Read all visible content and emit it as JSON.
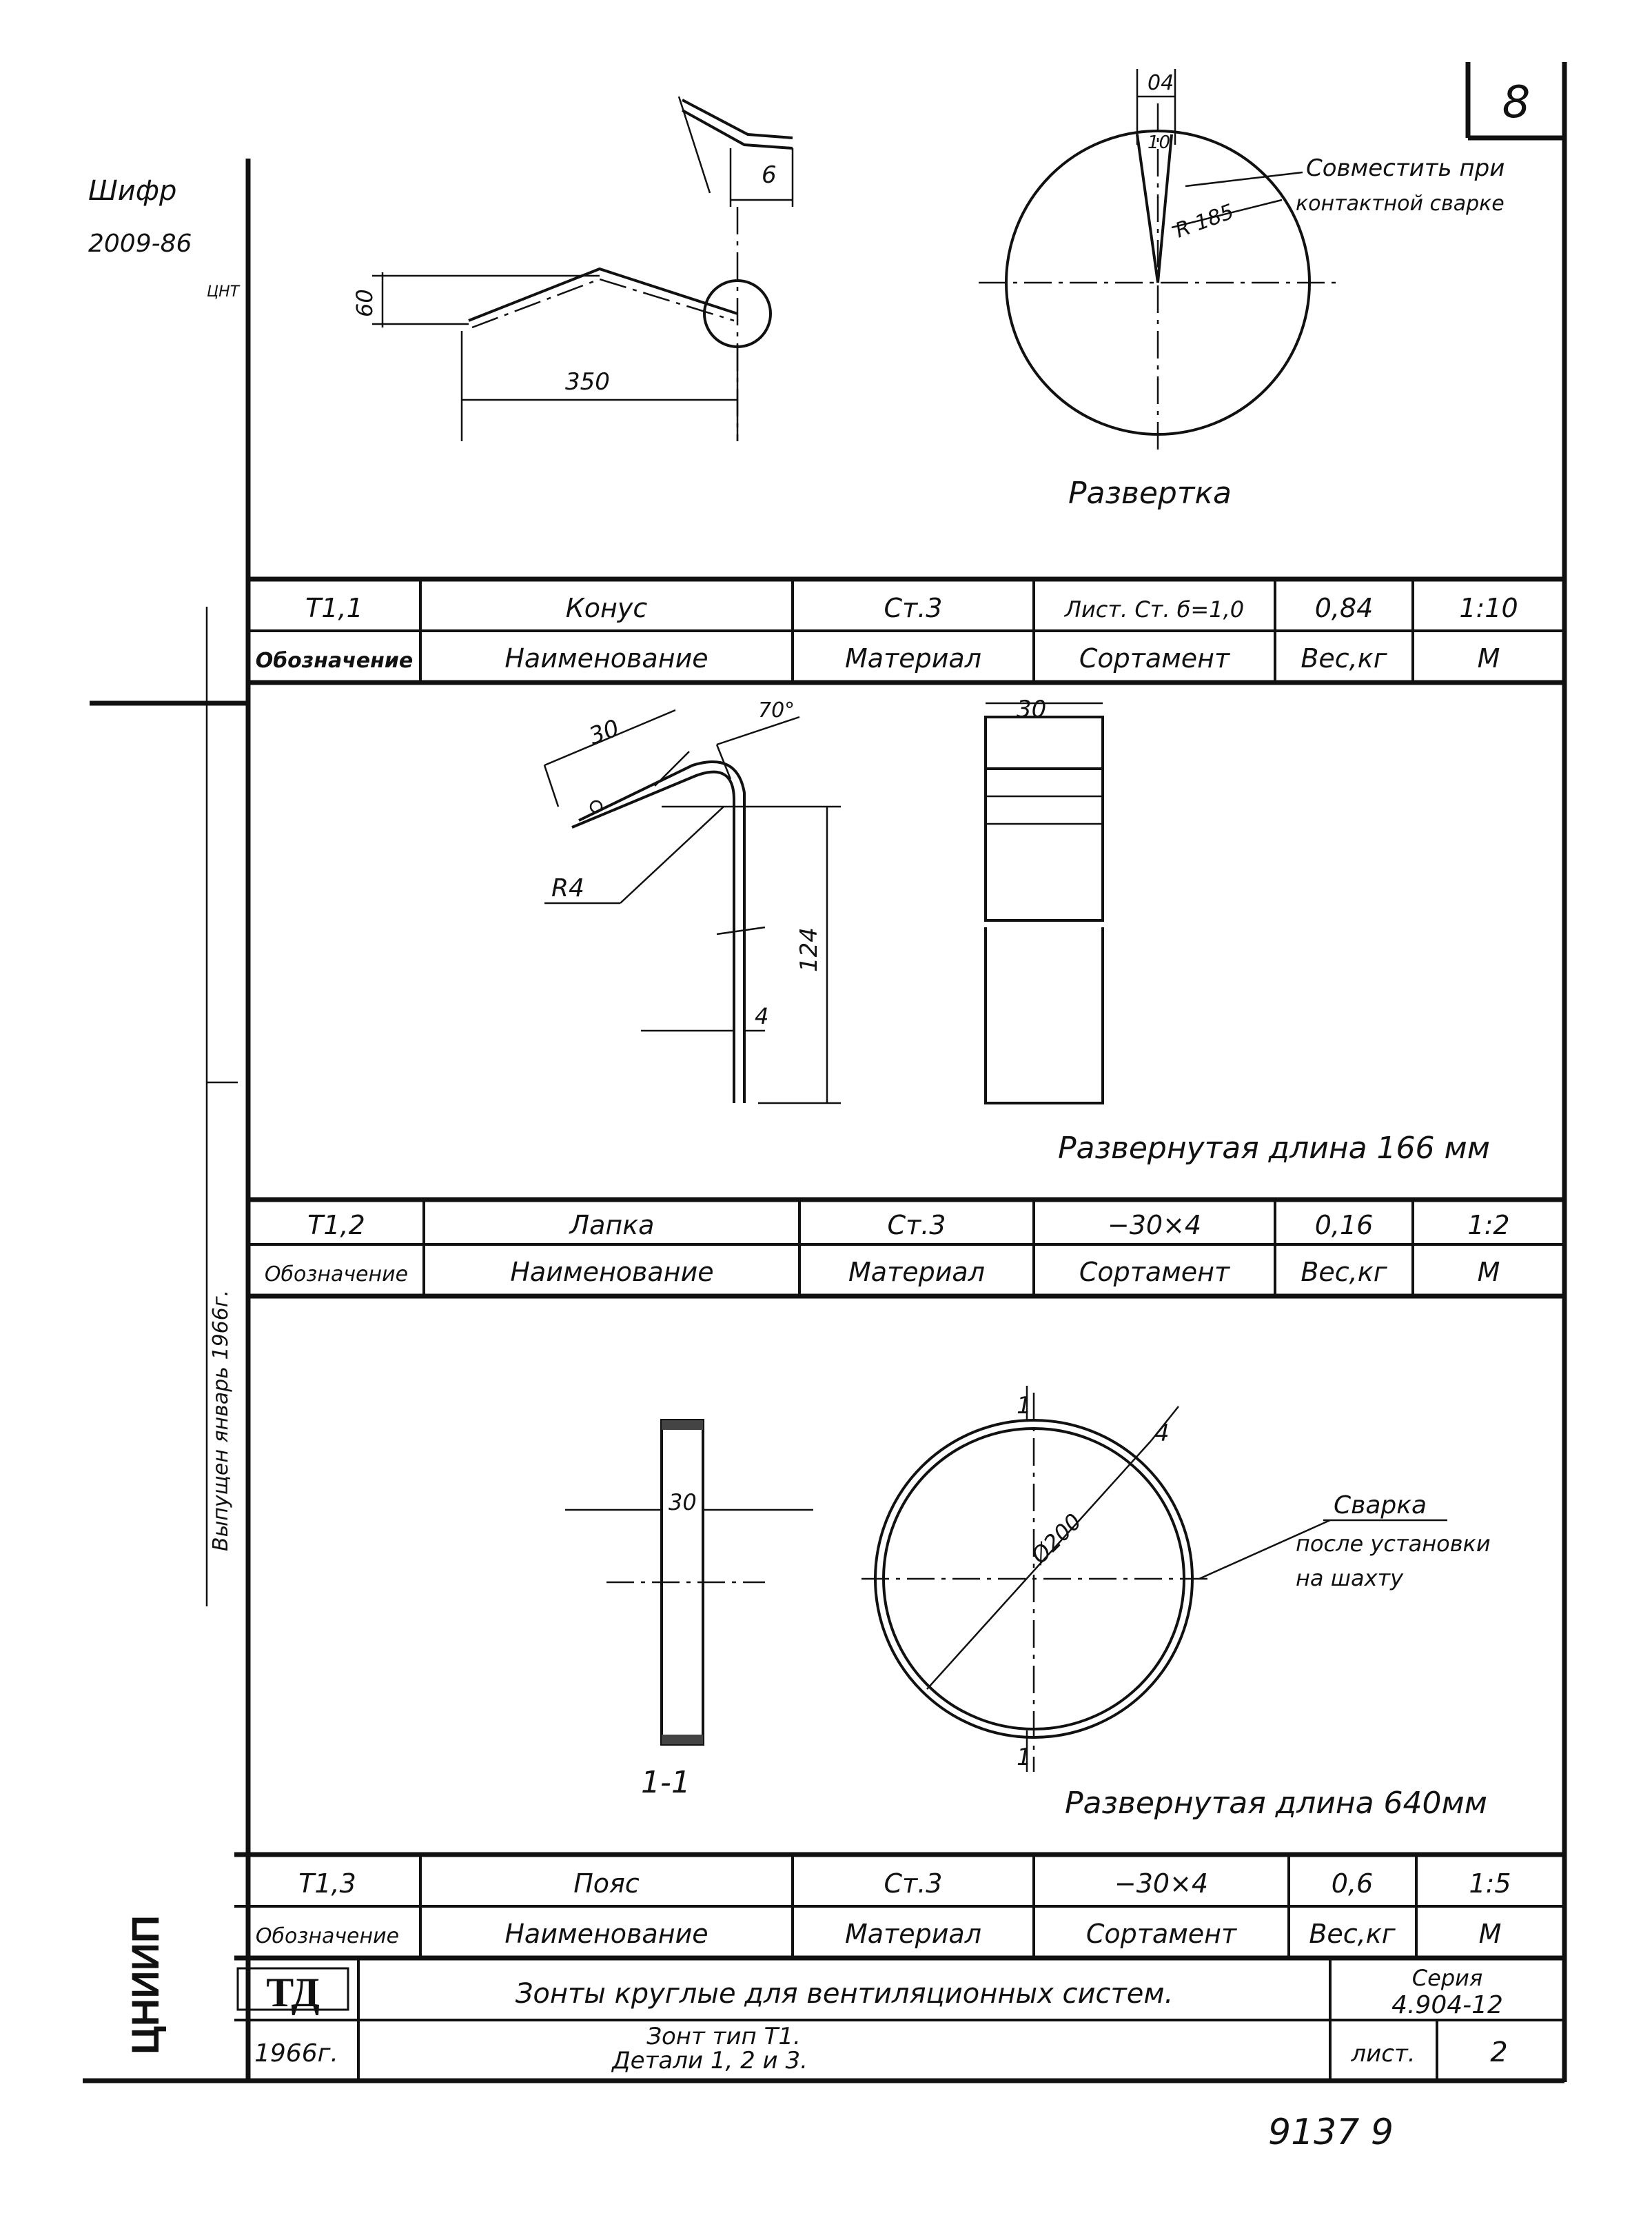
{
  "sheet": {
    "number": "8",
    "page_stamp": "9137  9"
  },
  "margin": {
    "cipher_label": "Шифр",
    "cipher_code": "2009-86",
    "cipher_sub": "ЦНТ",
    "release_stamp": "Выпущен    январь 1966г.",
    "institute": "ЦНИИП"
  },
  "part1": {
    "dims": {
      "height": "60",
      "length": "350",
      "seam": "6"
    },
    "development": {
      "chord": "04",
      "angle": "10",
      "radius": "R 185",
      "note_line1": "Совместить при",
      "note_line2": "контактной сварке",
      "caption": "Развертка"
    },
    "row": [
      "Т1,1",
      "Конус",
      "Ст.3",
      "Лист. Ст. б=1,0",
      "0,84",
      "1:10"
    ],
    "header": [
      "Обозначение",
      "Наименование",
      "Материал",
      "Сортамент",
      "Вес,кг",
      "М"
    ]
  },
  "part2": {
    "dims": {
      "flange": "30",
      "angle": "70°",
      "hole": "R4",
      "length": "124",
      "thickness": "4",
      "width": "30"
    },
    "unfolded_length": "Развернутая длина 166 мм",
    "row": [
      "Т1,2",
      "Лапка",
      "Ст.3",
      "−30×4",
      "0,16",
      "1:2"
    ],
    "header": [
      "Обозначение",
      "Наименование",
      "Материал",
      "Сортамент",
      "Вес,кг",
      "М"
    ]
  },
  "part3": {
    "dims": {
      "band_width": "30",
      "diameter": "Ø200",
      "thickness": "4",
      "section_mark": "1"
    },
    "section_caption": "1-1",
    "weld_line1": "Сварка",
    "weld_line2": "после установки",
    "weld_line3": "на шахту",
    "unfolded_length": "Развернутая длина 640мм",
    "row": [
      "Т1,3",
      "Пояс",
      "Ст.3",
      "−30×4",
      "0,6",
      "1:5"
    ],
    "header": [
      "Обозначение",
      "Наименование",
      "Материал",
      "Сортамент",
      "Вес,кг",
      "М"
    ]
  },
  "title_block": {
    "logo": "ТД",
    "title": "Зонты круглые для вентиляционных систем.",
    "series_label": "Серия",
    "series_value": "4.904-12",
    "year": "1966г.",
    "subtitle_line1": "Зонт тип Т1.",
    "subtitle_line2": "Детали 1, 2 и 3.",
    "sheet_label": "лист.",
    "sheet_value": "2"
  }
}
